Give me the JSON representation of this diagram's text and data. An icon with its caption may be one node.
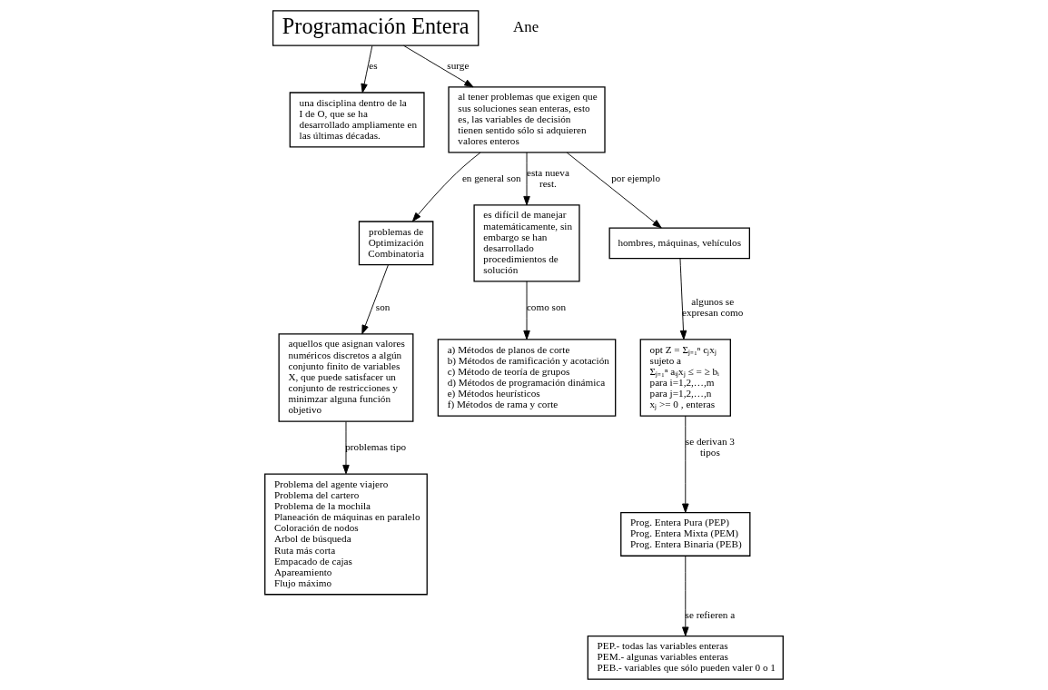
{
  "diagram": {
    "nodes": [
      {
        "text": [
          "Programación Entera"
        ]
      },
      {
        "text": [
          "una disciplina dentro de la I de O, que se ha desarrollado ampliamente en las últimas décadas."
        ]
      },
      {
        "text": [
          "al tener problemas que exigen que sus soluciones sean enteras, esto es, las variables de decisión tienen sentido sólo si adquieren valores enteros"
        ]
      },
      {
        "text": [
          "aquellos que asignan valores numéricos discretos a algún conjunto finito de variables X, que puede satisfacer un conjunto de restricciones y minimzar alguna función objetivo"
        ]
      },
      {
        "text": [
          "problemas de Optimización Combinatoria"
        ]
      },
      {
        "text": [
          "es difícil de manejar matemáticamente, sin embargo se han desarrollado procedimientos de solución"
        ]
      },
      {
        "text": [
          "hombres, máquinas, vehículos"
        ]
      },
      {
        "text": [
          "Problema del agente viajero",
          "Problema del cartero",
          "Problema de la mochila",
          "Planeación de máquinas en paralelo",
          "Coloración de nodos",
          "Arbol de búsqueda",
          "Ruta más corta",
          "Empacado de cajas",
          "Apareamiento",
          "Flujo máximo"
        ]
      },
      {
        "text": [
          "a) Métodos de planos de corte",
          "b) Métodos de ramificación y acotación",
          "c) Método de teoría de grupos",
          "d) Métodos de programación dinámica",
          "e) Métodos heurísticos",
          "f) Métodos de rama y corte"
        ]
      },
      {
        "text": [
          "opt Z = Σⱼ₌₁ⁿ cⱼxⱼ",
          "sujeto a",
          "Σⱼ₌₁ⁿ aᵢⱼxⱼ ≤ = ≥ bᵢ",
          "para i=1,2,…,m",
          "para j=1,2,…,n",
          "xⱼ >= 0 , enteras"
        ]
      },
      {
        "text": [
          "Prog. Entera Pura (PEP)",
          "Prog. Entera Mixta (PEM)",
          "Prog. Entera Binaria (PEB)"
        ]
      },
      {
        "text": [
          "PEP.- todas las variables enteras",
          "PEM.- algunas variables enteras",
          "PEB.- variables que sólo pueden valer 0 o 1"
        ]
      }
    ],
    "edges": [
      {
        "from": 0,
        "to": 1,
        "arrow": "to",
        "label": "es"
      },
      {
        "from": 0,
        "to": 2,
        "arrow": "to",
        "label": "surge"
      },
      {
        "from": 2,
        "to": 4,
        "arrow": "to",
        "label": "en general son"
      },
      {
        "from": 4,
        "to": 3,
        "arrow": "to",
        "label": "son"
      },
      {
        "from": 2,
        "to": 5,
        "arrow": "to",
        "label": "esta nueva rest."
      },
      {
        "from": 3,
        "to": 7,
        "arrow": "to",
        "label": "problemas tipo"
      },
      {
        "from": 5,
        "to": 8,
        "arrow": "to",
        "label": "como son"
      },
      {
        "from": 2,
        "to": 6,
        "arrow": "to",
        "label": "por ejemplo"
      },
      {
        "from": 6,
        "to": 9,
        "arrow": "to",
        "label": "algunos se expresan como"
      },
      {
        "from": 9,
        "to": 10,
        "arrow": "to",
        "label": "se derivan 3 tipos"
      },
      {
        "from": 10,
        "to": 11,
        "arrow": "to",
        "label": "se refieren a"
      }
    ],
    "labels": [
      "Ane"
    ]
  }
}
